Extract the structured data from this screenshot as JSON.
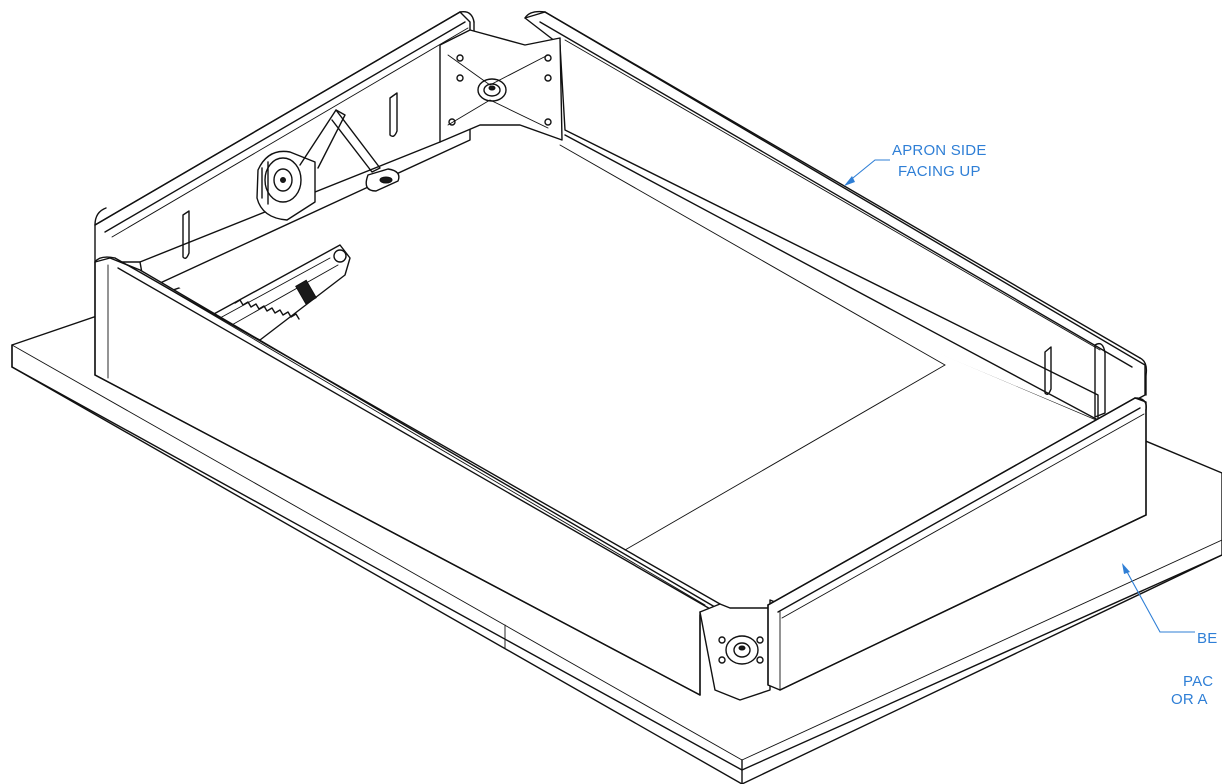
{
  "callouts": {
    "apron_side": {
      "line1": "APRON SIDE",
      "line2": "FACING UP"
    },
    "bottom_right": {
      "line1": "BE",
      "line2": "PAC",
      "line3": "OR A"
    }
  },
  "colors": {
    "linework": "#111111",
    "callout": "#2f7fd6",
    "background": "#ffffff"
  }
}
